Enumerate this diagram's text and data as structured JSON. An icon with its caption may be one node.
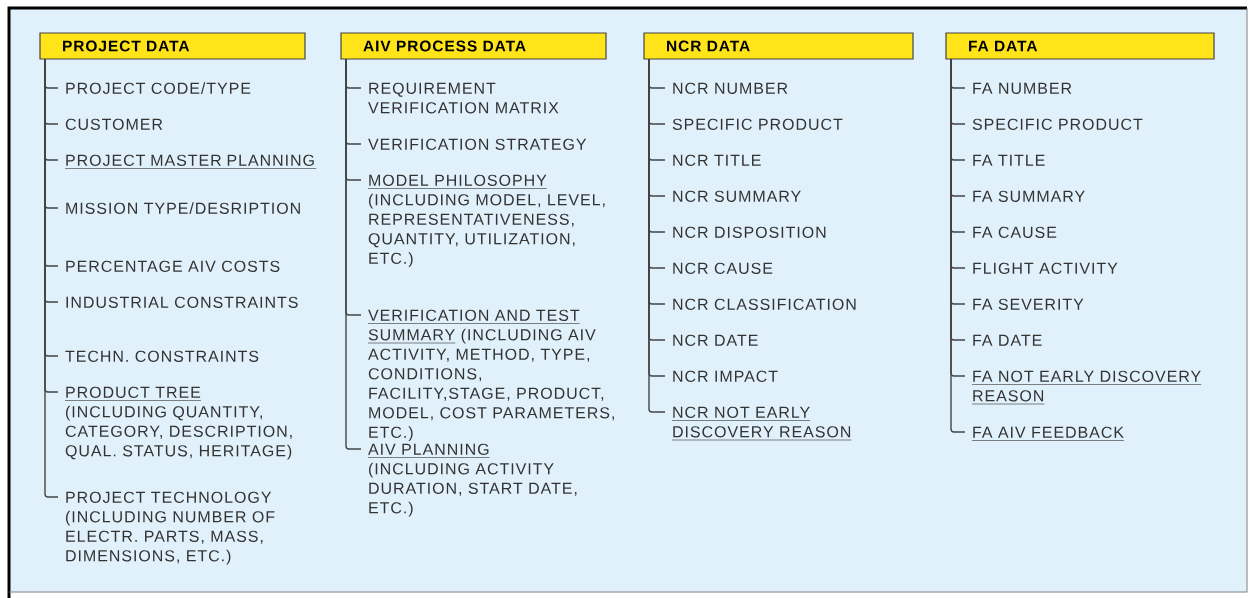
{
  "diagram": {
    "nodes": [
      {
        "text": [
          "PROJECT DATA"
        ]
      },
      {
        "text": [
          "PROJECT CODE/TYPE"
        ]
      },
      {
        "text": [
          "CUSTOMER"
        ]
      },
      {
        "text": [
          "PROJECT MASTER PLANNING"
        ]
      },
      {
        "text": [
          "MISSION TYPE/DESRIPTION"
        ]
      },
      {
        "text": [
          "PERCENTAGE AIV COSTS"
        ]
      },
      {
        "text": [
          "INDUSTRIAL CONSTRAINTS"
        ]
      },
      {
        "text": [
          "TECHN. CONSTRAINTS"
        ]
      },
      {
        "text": [
          "PRODUCT TREE",
          "(INCLUDING QUANTITY, CATEGORY, DESCRIPTION, QUAL. STATUS, HERITAGE)"
        ]
      },
      {
        "text": [
          "PROJECT TECHNOLOGY (INCLUDING NUMBER OF ELECTR. PARTS, MASS, DIMENSIONS, ETC.)"
        ]
      },
      {
        "text": [
          "AIV PROCESS DATA"
        ]
      },
      {
        "text": [
          "REQUIREMENT VERIFICATION MATRIX"
        ]
      },
      {
        "text": [
          "VERIFICATION STRATEGY"
        ]
      },
      {
        "text": [
          "MODEL PHILOSOPHY",
          "(INCLUDING MODEL, LEVEL, REPRESENTATIVENESS, QUANTITY, UTILIZATION, ETC.)"
        ]
      },
      {
        "text": [
          "VERIFICATION AND TEST SUMMARY",
          "(INCLUDING AIV ACTIVITY, METHOD, TYPE, CONDITIONS, FACILITY,STAGE, PRODUCT, MODEL, COST PARAMETERS, ETC.)"
        ]
      },
      {
        "text": [
          "AIV PLANNING",
          "(INCLUDING ACTIVITY DURATION, START DATE, ETC.)"
        ]
      },
      {
        "text": [
          "NCR DATA"
        ]
      },
      {
        "text": [
          "NCR NUMBER"
        ]
      },
      {
        "text": [
          "SPECIFIC PRODUCT"
        ]
      },
      {
        "text": [
          "NCR TITLE"
        ]
      },
      {
        "text": [
          "NCR SUMMARY"
        ]
      },
      {
        "text": [
          "NCR DISPOSITION"
        ]
      },
      {
        "text": [
          "NCR CAUSE"
        ]
      },
      {
        "text": [
          "NCR CLASSIFICATION"
        ]
      },
      {
        "text": [
          "NCR DATE"
        ]
      },
      {
        "text": [
          "NCR IMPACT"
        ]
      },
      {
        "text": [
          "NCR NOT EARLY DISCOVERY REASON"
        ]
      },
      {
        "text": [
          "FA DATA"
        ]
      },
      {
        "text": [
          "FA NUMBER"
        ]
      },
      {
        "text": [
          "SPECIFIC PRODUCT"
        ]
      },
      {
        "text": [
          "FA TITLE"
        ]
      },
      {
        "text": [
          "FA SUMMARY"
        ]
      },
      {
        "text": [
          "FA CAUSE"
        ]
      },
      {
        "text": [
          "FLIGHT ACTIVITY"
        ]
      },
      {
        "text": [
          "FA SEVERITY"
        ]
      },
      {
        "text": [
          "FA DATE"
        ]
      },
      {
        "text": [
          "FA NOT EARLY DISCOVERY REASON"
        ]
      },
      {
        "text": [
          "FA AIV FEEDBACK"
        ]
      }
    ],
    "edges": [
      {
        "from": 0,
        "to": 1,
        "arrow": "none"
      },
      {
        "from": 0,
        "to": 2,
        "arrow": "none"
      },
      {
        "from": 0,
        "to": 3,
        "arrow": "none"
      },
      {
        "from": 0,
        "to": 4,
        "arrow": "none"
      },
      {
        "from": 0,
        "to": 5,
        "arrow": "none"
      },
      {
        "from": 0,
        "to": 6,
        "arrow": "none"
      },
      {
        "from": 0,
        "to": 7,
        "arrow": "none"
      },
      {
        "from": 0,
        "to": 8,
        "arrow": "none"
      },
      {
        "from": 0,
        "to": 9,
        "arrow": "none"
      },
      {
        "from": 10,
        "to": 11,
        "arrow": "none"
      },
      {
        "from": 10,
        "to": 12,
        "arrow": "none"
      },
      {
        "from": 10,
        "to": 13,
        "arrow": "none"
      },
      {
        "from": 10,
        "to": 14,
        "arrow": "none"
      },
      {
        "from": 10,
        "to": 15,
        "arrow": "none"
      },
      {
        "from": 16,
        "to": 17,
        "arrow": "none"
      },
      {
        "from": 16,
        "to": 18,
        "arrow": "none"
      },
      {
        "from": 16,
        "to": 19,
        "arrow": "none"
      },
      {
        "from": 16,
        "to": 20,
        "arrow": "none"
      },
      {
        "from": 16,
        "to": 21,
        "arrow": "none"
      },
      {
        "from": 16,
        "to": 22,
        "arrow": "none"
      },
      {
        "from": 16,
        "to": 23,
        "arrow": "none"
      },
      {
        "from": 16,
        "to": 24,
        "arrow": "none"
      },
      {
        "from": 16,
        "to": 25,
        "arrow": "none"
      },
      {
        "from": 16,
        "to": 26,
        "arrow": "none"
      },
      {
        "from": 27,
        "to": 28,
        "arrow": "none"
      },
      {
        "from": 27,
        "to": 29,
        "arrow": "none"
      },
      {
        "from": 27,
        "to": 30,
        "arrow": "none"
      },
      {
        "from": 27,
        "to": 31,
        "arrow": "none"
      },
      {
        "from": 27,
        "to": 32,
        "arrow": "none"
      },
      {
        "from": 27,
        "to": 33,
        "arrow": "none"
      },
      {
        "from": 27,
        "to": 34,
        "arrow": "none"
      },
      {
        "from": 27,
        "to": 35,
        "arrow": "none"
      },
      {
        "from": 27,
        "to": 36,
        "arrow": "none"
      },
      {
        "from": 27,
        "to": 37,
        "arrow": "none"
      }
    ]
  }
}
